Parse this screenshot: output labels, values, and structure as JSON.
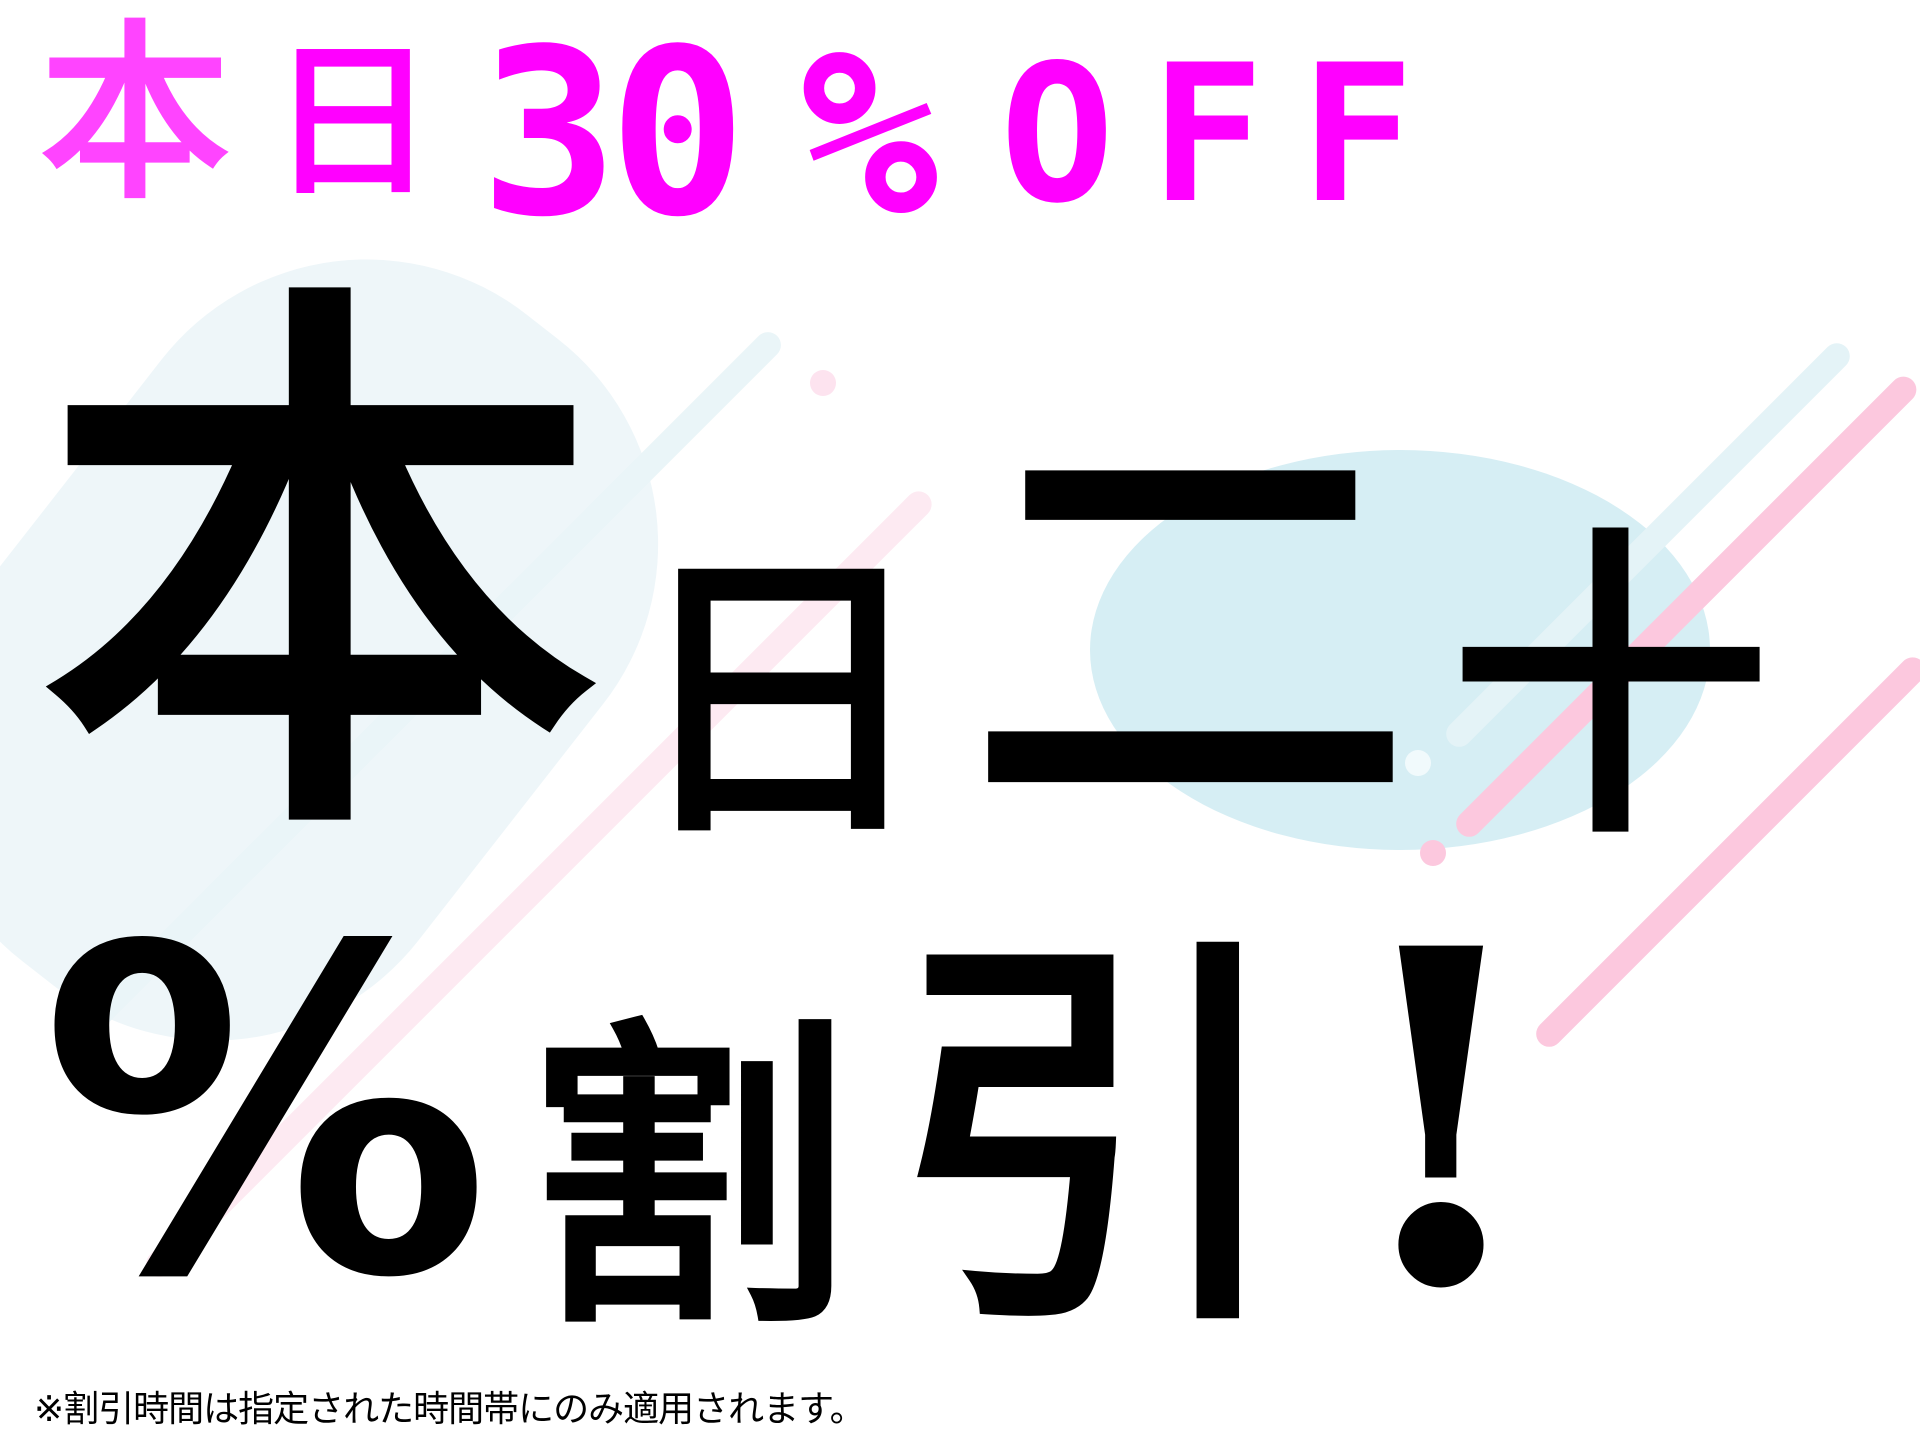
{
  "colors": {
    "accent": "#ff00ff",
    "brush": "#000000",
    "light_blue": "#d6eef4",
    "light_pink": "#fde3ef"
  },
  "overlay": {
    "today": [
      "本",
      "日"
    ],
    "percent_number": "30",
    "percent_sign": "%",
    "off": [
      "O",
      "F",
      "F"
    ]
  },
  "brush": {
    "today": [
      "本",
      "日"
    ],
    "twenty": "二",
    "ten": "十",
    "percent": "%",
    "discount": [
      "割",
      "引"
    ],
    "exclaim": "!"
  },
  "note": "※割引時間は指定された時間帯にのみ適用されます。"
}
